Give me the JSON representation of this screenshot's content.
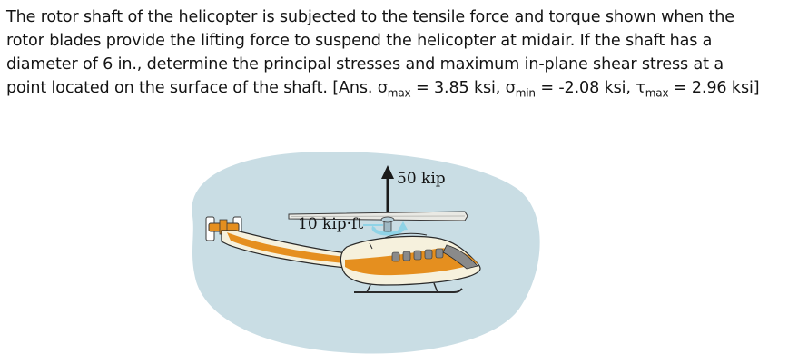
{
  "problem": {
    "line1": "The rotor shaft of the helicopter is subjected to the tensile force and torque shown when the",
    "line2": "rotor blades provide the lifting force to suspend the helicopter at midair. If the shaft has a",
    "line3": "diameter of 6 in., determine the principal stresses and maximum in-plane shear stress at a",
    "line4_pre": "point located on the surface of the shaft. [Ans. ",
    "sigma": "σ",
    "max_sub": "max",
    "val_max": " = 3.85 ksi, ",
    "min_sub": "min",
    "val_min": " = -2.08 ksi, ",
    "tau": "τ",
    "tau_sub": "max",
    "val_tau": " = 2.96 ksi]"
  },
  "figure": {
    "force_label": "50 kip",
    "torque_label": "10 kip·ft"
  },
  "colors": {
    "background_blob": "#c9dde4",
    "body": "#f6f1dd",
    "stripe": "#e58f1f",
    "window": "#8a8a8a",
    "outline": "#2a2a2a"
  }
}
